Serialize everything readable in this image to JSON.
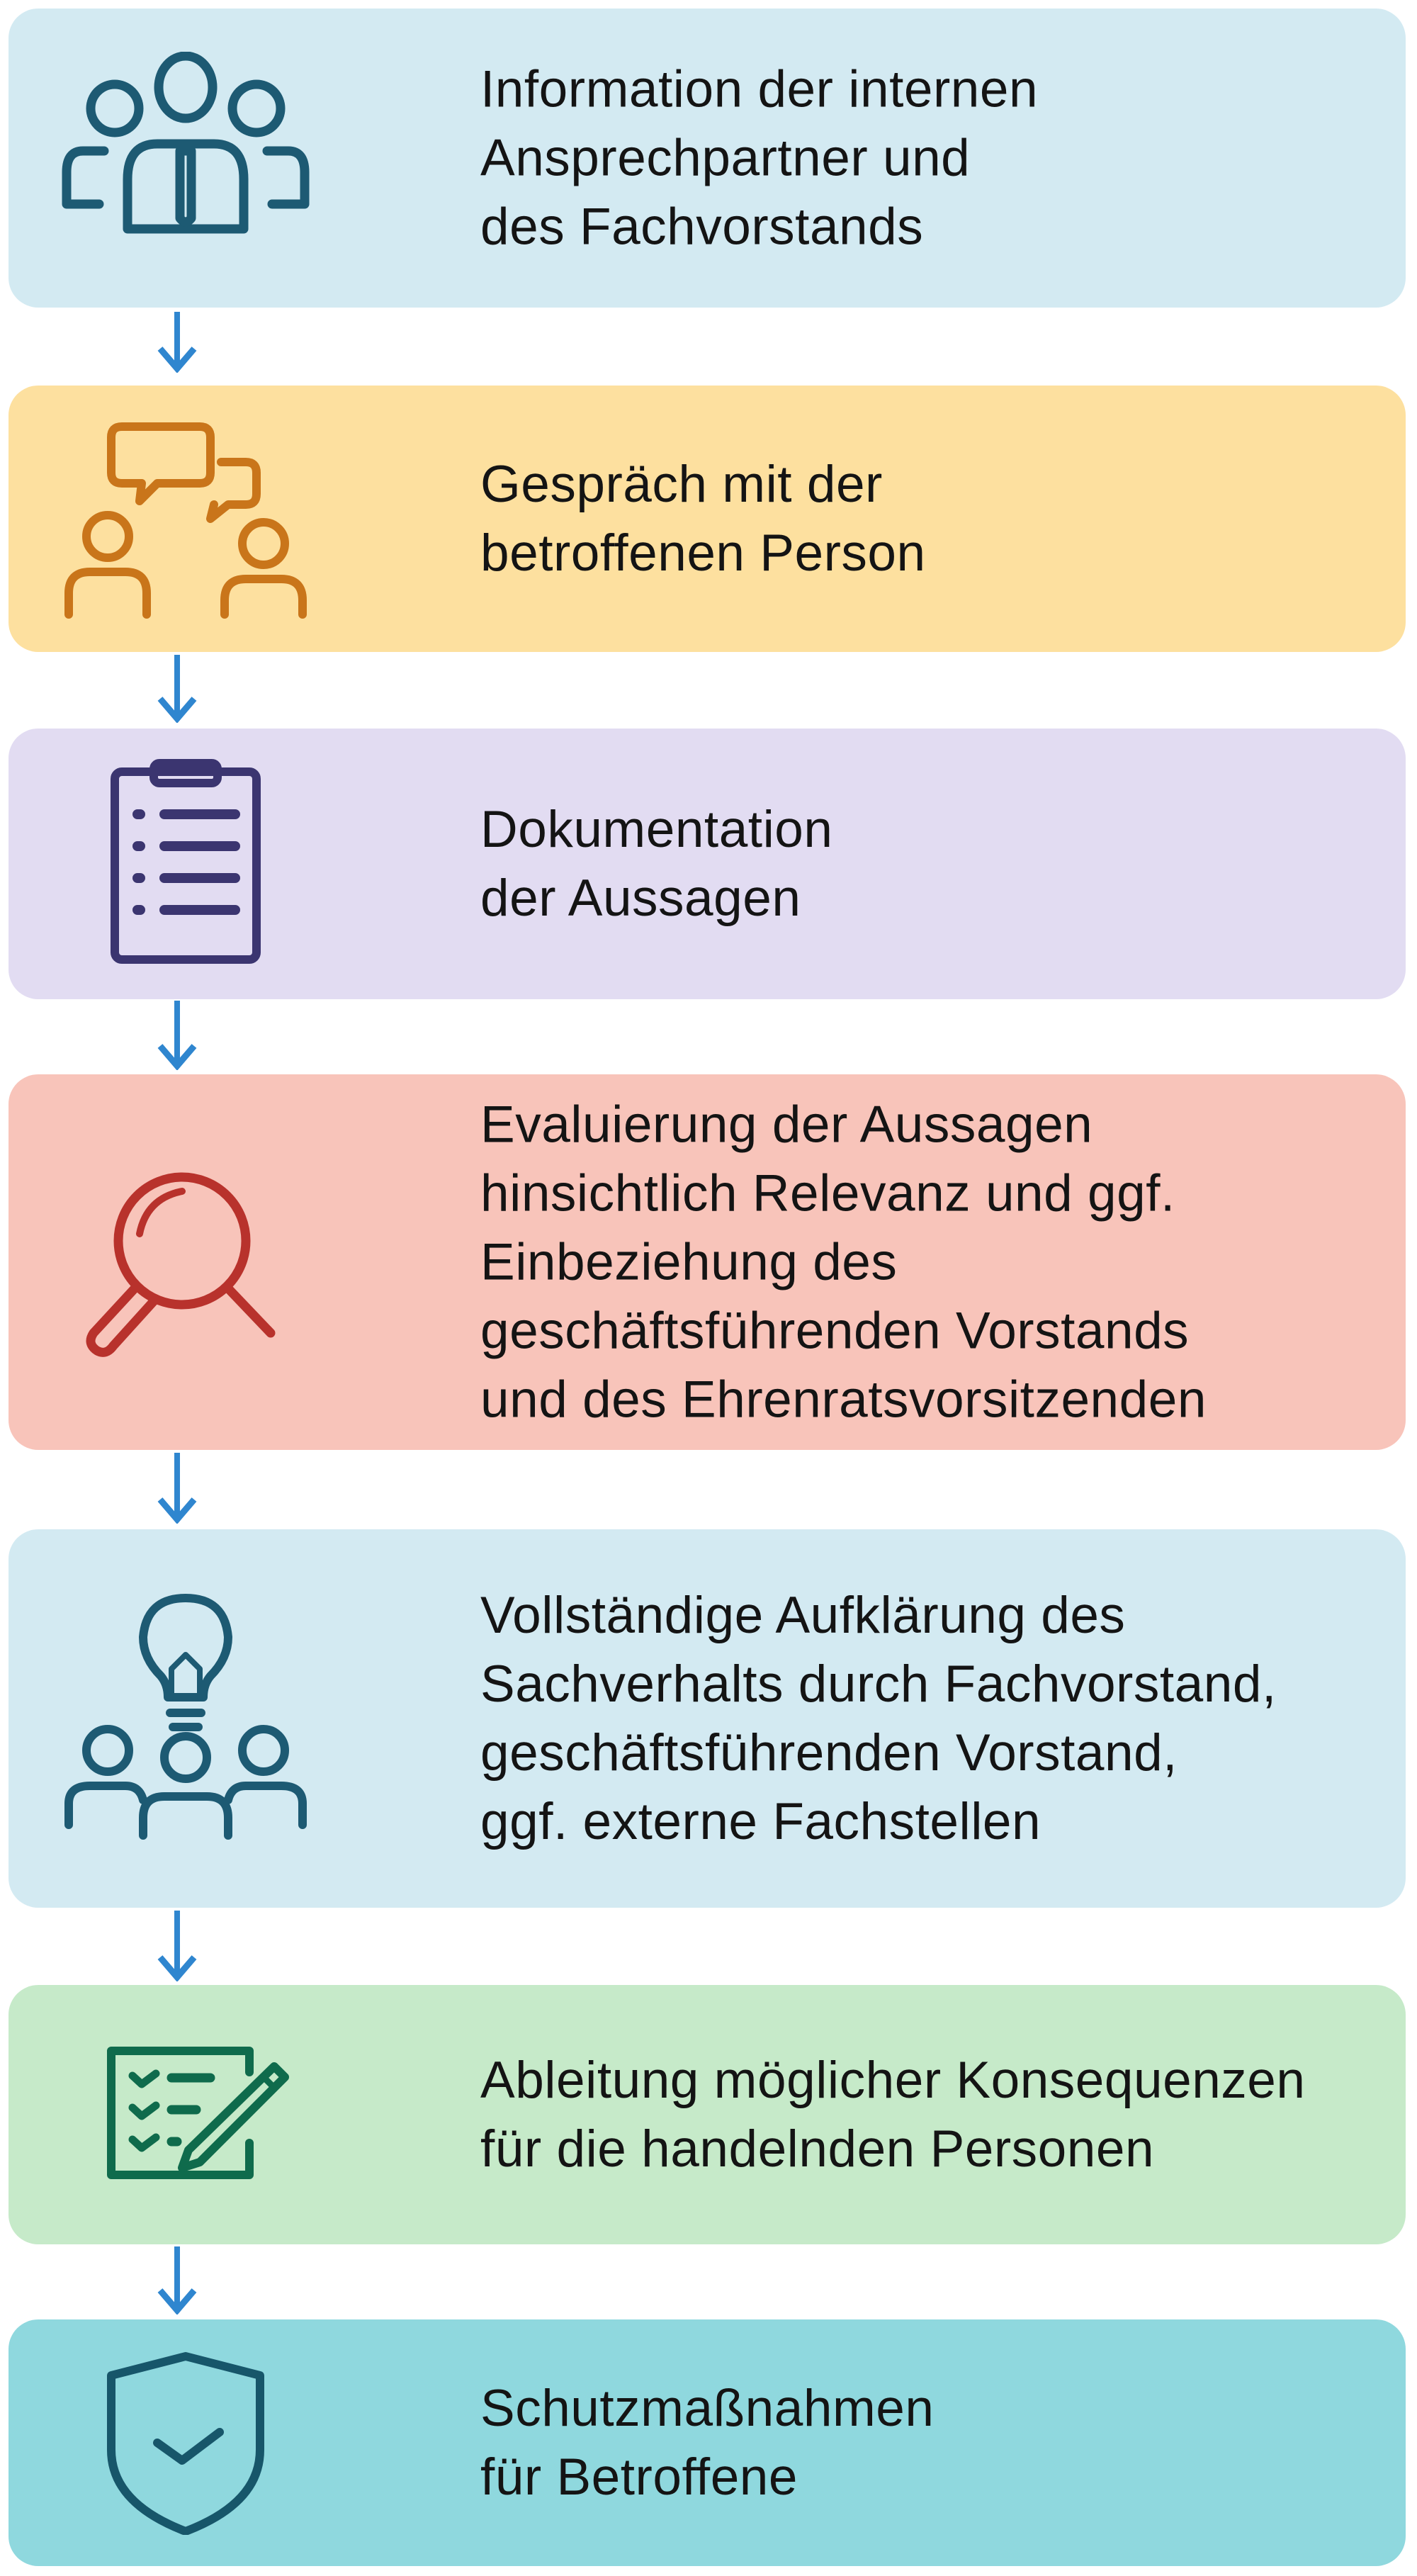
{
  "arrow_color": "#2f86cf",
  "steps": [
    {
      "icon": "people-group-icon",
      "bg": "#d3eaf2",
      "stroke": "#1d5a73",
      "lines": [
        "Information der internen",
        "Ansprechpartner und",
        "des Fachvorstands"
      ]
    },
    {
      "icon": "conversation-icon",
      "bg": "#fde09f",
      "stroke": "#c9751a",
      "lines": [
        "Gespräch mit der",
        "betroffenen Person"
      ]
    },
    {
      "icon": "clipboard-list-icon",
      "bg": "#e2dcf2",
      "stroke": "#3b3570",
      "lines": [
        "Dokumentation",
        "der Aussagen"
      ]
    },
    {
      "icon": "magnifier-icon",
      "bg": "#f8c4ba",
      "stroke": "#b8322c",
      "lines": [
        "Evaluierung der Aussagen",
        "hinsichtlich Relevanz und ggf.",
        "Einbeziehung des",
        "geschäftsführenden Vorstands",
        "und des Ehrenratsvorsitzenden"
      ]
    },
    {
      "icon": "lightbulb-team-icon",
      "bg": "#d3eaf2",
      "stroke": "#1d5a73",
      "lines": [
        "Vollständige Aufklärung des",
        "Sachverhalts durch Fachvorstand,",
        "geschäftsführenden Vorstand,",
        "ggf. externe Fachstellen"
      ]
    },
    {
      "icon": "checklist-pencil-icon",
      "bg": "#c6eac9",
      "stroke": "#0f6b4c",
      "lines": [
        "Ableitung möglicher Konsequenzen",
        "für die handelnden Personen"
      ]
    },
    {
      "icon": "shield-check-icon",
      "bg": "#8fd8de",
      "stroke": "#17566a",
      "lines": [
        "Schutzmaßnahmen",
        "für Betroffene"
      ]
    }
  ]
}
